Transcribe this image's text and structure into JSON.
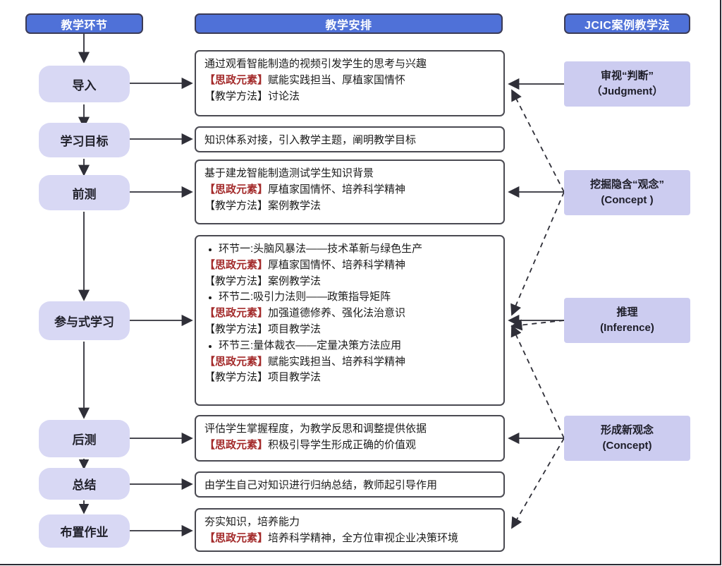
{
  "headers": [
    {
      "id": "stage-column",
      "label": "教学环节"
    },
    {
      "id": "arrangement-column",
      "label": "教学安排"
    },
    {
      "id": "jcic-column",
      "label": "JCIC案例教学法"
    }
  ],
  "stages": [
    {
      "id": "intro",
      "label": "导入"
    },
    {
      "id": "objectives",
      "label": "学习目标"
    },
    {
      "id": "pretest",
      "label": "前测"
    },
    {
      "id": "participatory",
      "label": "参与式学习"
    },
    {
      "id": "posttest",
      "label": "后测"
    },
    {
      "id": "summary",
      "label": "总结"
    },
    {
      "id": "homework",
      "label": "布置作业"
    }
  ],
  "content_boxes": [
    {
      "id": "intro-content",
      "lines": [
        {
          "bullet": false,
          "tag": "",
          "text": "通过观看智能制造的视频引发学生的思考与兴趣"
        },
        {
          "bullet": false,
          "tag": "【思政元素】",
          "text": "赋能实践担当、厚植家国情怀"
        },
        {
          "bullet": false,
          "tag": "",
          "text": "【教学方法】讨论法"
        }
      ]
    },
    {
      "id": "objectives-content",
      "lines": [
        {
          "bullet": false,
          "tag": "",
          "text": "知识体系对接，引入教学主题，阐明教学目标"
        }
      ]
    },
    {
      "id": "pretest-content",
      "lines": [
        {
          "bullet": false,
          "tag": "",
          "text": "基于建龙智能制造测试学生知识背景"
        },
        {
          "bullet": false,
          "tag": "【思政元素】",
          "text": "厚植家国情怀、培养科学精神"
        },
        {
          "bullet": false,
          "tag": "",
          "text": "【教学方法】案例教学法"
        }
      ]
    },
    {
      "id": "participatory-content",
      "lines": [
        {
          "bullet": true,
          "tag": "",
          "text": "环节一:头脑风暴法——技术革新与绿色生产"
        },
        {
          "bullet": false,
          "tag": "【思政元素】",
          "text": "厚植家国情怀、培养科学精神"
        },
        {
          "bullet": false,
          "tag": "",
          "text": "【教学方法】案例教学法"
        },
        {
          "bullet": true,
          "tag": "",
          "text": "环节二:吸引力法则——政策指导矩阵"
        },
        {
          "bullet": false,
          "tag": "【思政元素】",
          "text": "加强道德修养、强化法治意识"
        },
        {
          "bullet": false,
          "tag": "",
          "text": "【教学方法】项目教学法"
        },
        {
          "bullet": true,
          "tag": "",
          "text": "环节三:量体裁衣——定量决策方法应用"
        },
        {
          "bullet": false,
          "tag": "【思政元素】",
          "text": "赋能实践担当、培养科学精神"
        },
        {
          "bullet": false,
          "tag": "",
          "text": "【教学方法】项目教学法"
        }
      ]
    },
    {
      "id": "posttest-content",
      "lines": [
        {
          "bullet": false,
          "tag": "",
          "text": "评估学生掌握程度，为教学反思和调整提供依据"
        },
        {
          "bullet": false,
          "tag": "【思政元素】",
          "text": "积极引导学生形成正确的价值观"
        }
      ]
    },
    {
      "id": "summary-content",
      "lines": [
        {
          "bullet": false,
          "tag": "",
          "text": "由学生自己对知识进行归纳总结，教师起引导作用"
        }
      ]
    },
    {
      "id": "homework-content",
      "lines": [
        {
          "bullet": false,
          "tag": "",
          "text": "夯实知识，培养能力"
        },
        {
          "bullet": false,
          "tag": "【思政元素】",
          "text": "培养科学精神，全方位审视企业决策环境"
        }
      ]
    }
  ],
  "jcic_boxes": [
    {
      "id": "judgment",
      "line1": "审视“判断”",
      "line2": "（Judgment）"
    },
    {
      "id": "concept-dig",
      "line1": "挖掘隐含“观念”",
      "line2": "(Concept )"
    },
    {
      "id": "inference",
      "line1": "推理",
      "line2": "(Inference)"
    },
    {
      "id": "new-concept",
      "line1": "形成新观念",
      "line2": "(Concept)"
    }
  ],
  "colors": {
    "header_blue": "#4f71d8",
    "header_border": "#3b3b56",
    "stage_lavender": "#d8d8f4",
    "jcic_lavender": "#ccccf0",
    "box_border": "#4a4a52",
    "sizheng_red": "#a32a2a",
    "line": "#2f2f38"
  }
}
